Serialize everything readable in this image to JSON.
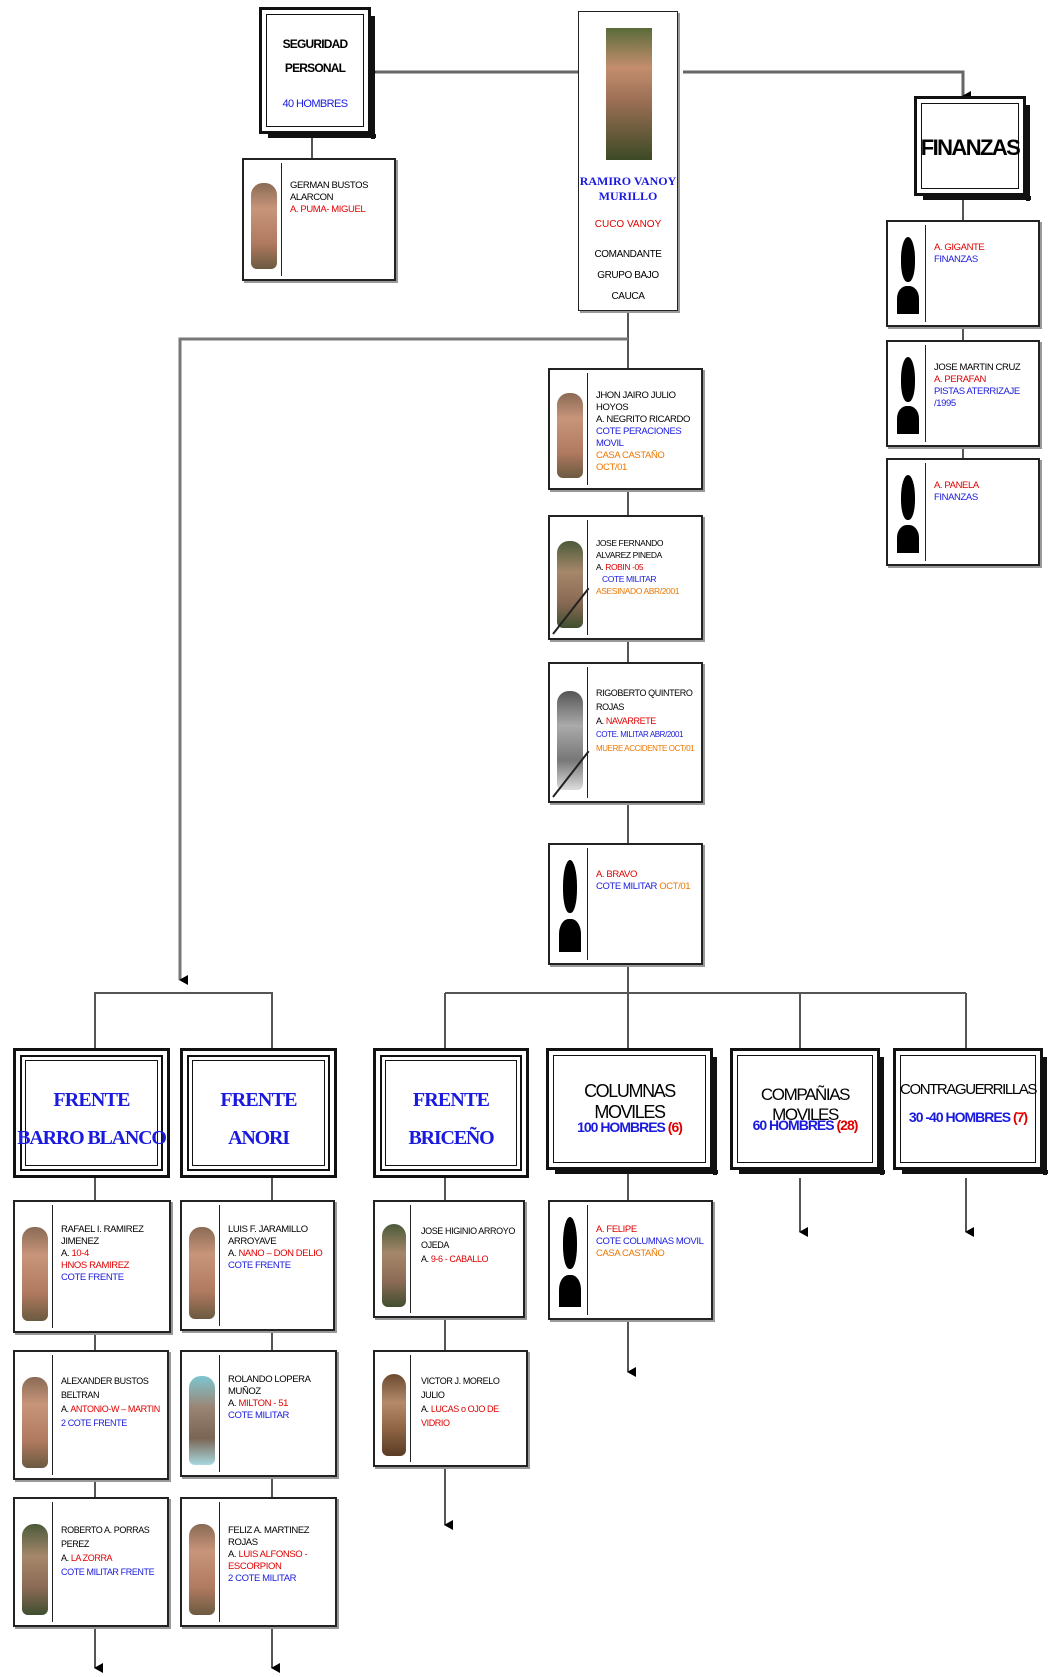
{
  "leader": {
    "name": "RAMIRO VANOY MURILLO",
    "alias": "CUCO VANOY",
    "role": "COMANDANTE GRUPO BAJO CAUCA"
  },
  "seguridad": {
    "title": "SEGURIDAD PERSONAL",
    "men": "40 HOMBRES",
    "member": {
      "name": "GERMAN BUSTOS ALARCON",
      "alias": "A. PUMA- MIGUEL"
    }
  },
  "finanzas": {
    "title": "FINANZAS",
    "members": [
      {
        "line1": "A. GIGANTE",
        "line2": "FINANZAS"
      },
      {
        "name": "JOSE MARTIN CRUZ",
        "alias": "A. PERAFAN",
        "note": "PISTAS ATERRIZAJE /1995"
      },
      {
        "line1": "A. PANELA",
        "line2": "FINANZAS"
      }
    ]
  },
  "chain": [
    {
      "name": "JHON JAIRO JULIO HOYOS",
      "alias": "A. NEGRITO RICARDO",
      "role": "COTE PERACIONES MOVIL",
      "status": "CASA CASTAÑO OCT/01"
    },
    {
      "name": "JOSE FERNANDO ALVAREZ PINEDA",
      "alias_prefix": "A.",
      "alias": "ROBIN -05",
      "role": "COTE MILITAR",
      "status": "ASESINADO ABR/2001"
    },
    {
      "name": "RIGOBERTO QUINTERO ROJAS",
      "alias_prefix": "A.",
      "alias": "NAVARRETE",
      "role": "COTE. MILITAR ABR/2001",
      "status": "MUERE ACCIDENTE OCT/01"
    },
    {
      "alias": "A. BRAVO",
      "role": "COTE MILITAR",
      "status": "OCT/01"
    }
  ],
  "fronts": [
    {
      "title1": "FRENTE",
      "title2": "BARRO BLANCO"
    },
    {
      "title1": "FRENTE",
      "title2": "ANORI"
    },
    {
      "title1": "FRENTE",
      "title2": "BRICEÑO"
    }
  ],
  "groups": [
    {
      "title": "COLUMNAS MOVILES",
      "men": "100 HOMBRES",
      "count": "(6)"
    },
    {
      "title": "COMPAÑIAS MOVILES",
      "men": "60 HOMBRES",
      "count": "(28)"
    },
    {
      "title": "CONTRAGUERRILLAS",
      "men": "30 -40 HOMBRES",
      "count": "(7)"
    }
  ],
  "barro": [
    {
      "name": "RAFAEL I. RAMIREZ JIMENEZ",
      "alias_prefix": "A.",
      "alias": "10-4",
      "alias2": "HNOS RAMIREZ",
      "role": "COTE FRENTE"
    },
    {
      "name": "ALEXANDER BUSTOS BELTRAN",
      "alias_prefix": "A.",
      "alias": "ANTONIO-W – MARTIN",
      "role": "2 COTE FRENTE"
    },
    {
      "name": "ROBERTO A. PORRAS PEREZ",
      "alias_prefix": "A.",
      "alias": "LA ZORRA",
      "role": "COTE MILITAR FRENTE"
    }
  ],
  "anori": [
    {
      "name": "LUIS F. JARAMILLO ARROYAVE",
      "alias_prefix": "A.",
      "alias": "NANO – DON DELIO",
      "role": "COTE FRENTE"
    },
    {
      "name": "ROLANDO LOPERA MUÑOZ",
      "alias_prefix": "A.",
      "alias": "MILTON - 51",
      "role": "COTE MILITAR"
    },
    {
      "name": "FELIZ A. MARTINEZ ROJAS",
      "alias_prefix": "A.",
      "alias": "LUIS ALFONSO - ESCORPION",
      "role": "2 COTE MILITAR"
    }
  ],
  "briceno": [
    {
      "name": "JOSE HIGINIO ARROYO OJEDA",
      "alias_prefix": "A.",
      "alias": "9-6 - CABALLO"
    },
    {
      "name": "VICTOR J. MORELO JULIO",
      "alias_prefix": "A.",
      "alias": "LUCAS o OJO DE VIDRIO"
    }
  ],
  "columnas_member": {
    "alias": "A. FELIPE",
    "role": "COTE COLUMNAS MOVIL",
    "status": "CASA CASTAÑO"
  }
}
